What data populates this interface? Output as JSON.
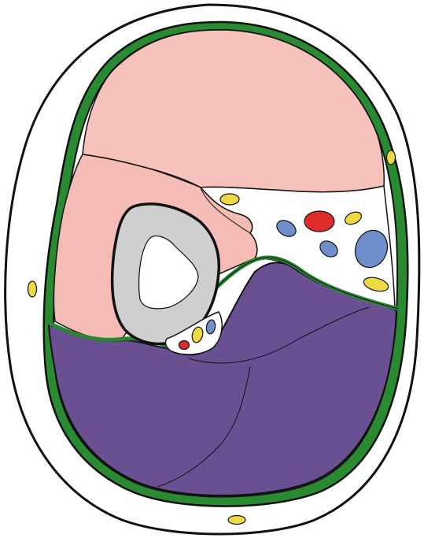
{
  "figure": {
    "kind": "cross-sectional anatomical illustration (unlabeled)",
    "labels": []
  },
  "colors": {
    "outline": "#111111",
    "skin": "#ffffff",
    "fascia": "#27882f",
    "anterior_muscle": "#f7c2bc",
    "anterior_muscle_deep": "#f5b8b4",
    "posterior_muscle": "#6a4f93",
    "bone_cortex": "#cfcfcf",
    "bone_marrow": "#ffffff",
    "fat": "#ffffff",
    "artery": "#de2b2b",
    "vein": "#6e8fc9",
    "nerve": "#ecd943"
  },
  "structures": [
    {
      "id": "skin",
      "name": "skin-ring"
    },
    {
      "id": "fascia",
      "name": "deep-fascia"
    },
    {
      "id": "anterior",
      "name": "anterior-muscle-compartment"
    },
    {
      "id": "posterior",
      "name": "posterior-muscle-compartment"
    },
    {
      "id": "bone",
      "name": "bone"
    },
    {
      "id": "neurovascular",
      "name": "neurovascular-bundles"
    },
    {
      "id": "superficial",
      "name": "superficial-nerves"
    }
  ]
}
